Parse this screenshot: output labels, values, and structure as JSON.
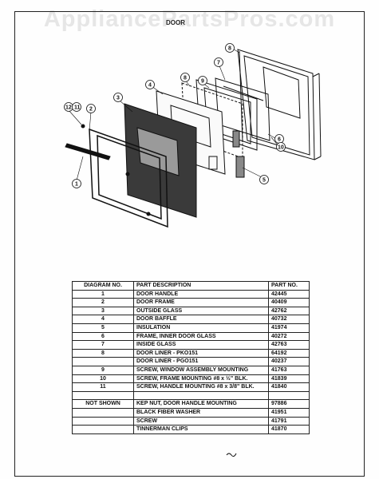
{
  "watermark": "AppliancePartsPros.com",
  "diagram_title": "DOOR",
  "callouts": [
    "1",
    "2",
    "3",
    "4",
    "5",
    "6",
    "7",
    "8",
    "9",
    "10",
    "11",
    "12"
  ],
  "table": {
    "headers": [
      "DIAGRAM NO.",
      "PART DESCRIPTION",
      "PART NO."
    ],
    "rows": [
      [
        "1",
        "DOOR HANDLE",
        "42445"
      ],
      [
        "2",
        "DOOR FRAME",
        "40409"
      ],
      [
        "3",
        "OUTSIDE GLASS",
        "42762"
      ],
      [
        "4",
        "DOOR BAFFLE",
        "40732"
      ],
      [
        "5",
        "INSULATION",
        "41974"
      ],
      [
        "6",
        "FRAME, INNER DOOR GLASS",
        "40272"
      ],
      [
        "7",
        "INSIDE GLASS",
        "42763"
      ],
      [
        "8",
        "DOOR LINER - PKO151",
        "64192"
      ],
      [
        "",
        "DOOR LINER - PGO151",
        "40237"
      ],
      [
        "9",
        "SCREW, WINDOW ASSEMBLY MOUNTING",
        "41763"
      ],
      [
        "10",
        "SCREW, FRAME MOUNTING #8 x ½\" BLK.",
        "41839"
      ],
      [
        "11",
        "SCREW, HANDLE MOUNTING #8 x 3/8\" BLK.",
        "41840"
      ]
    ],
    "rows2": [
      [
        "NOT SHOWN",
        "KEP NUT, DOOR HANDLE MOUNTING",
        "97886"
      ],
      [
        "",
        "BLACK FIBER WASHER",
        "41951"
      ],
      [
        "",
        "SCREW",
        "41791"
      ],
      [
        "",
        "TINNERMAN CLIPS",
        "41870"
      ]
    ]
  }
}
